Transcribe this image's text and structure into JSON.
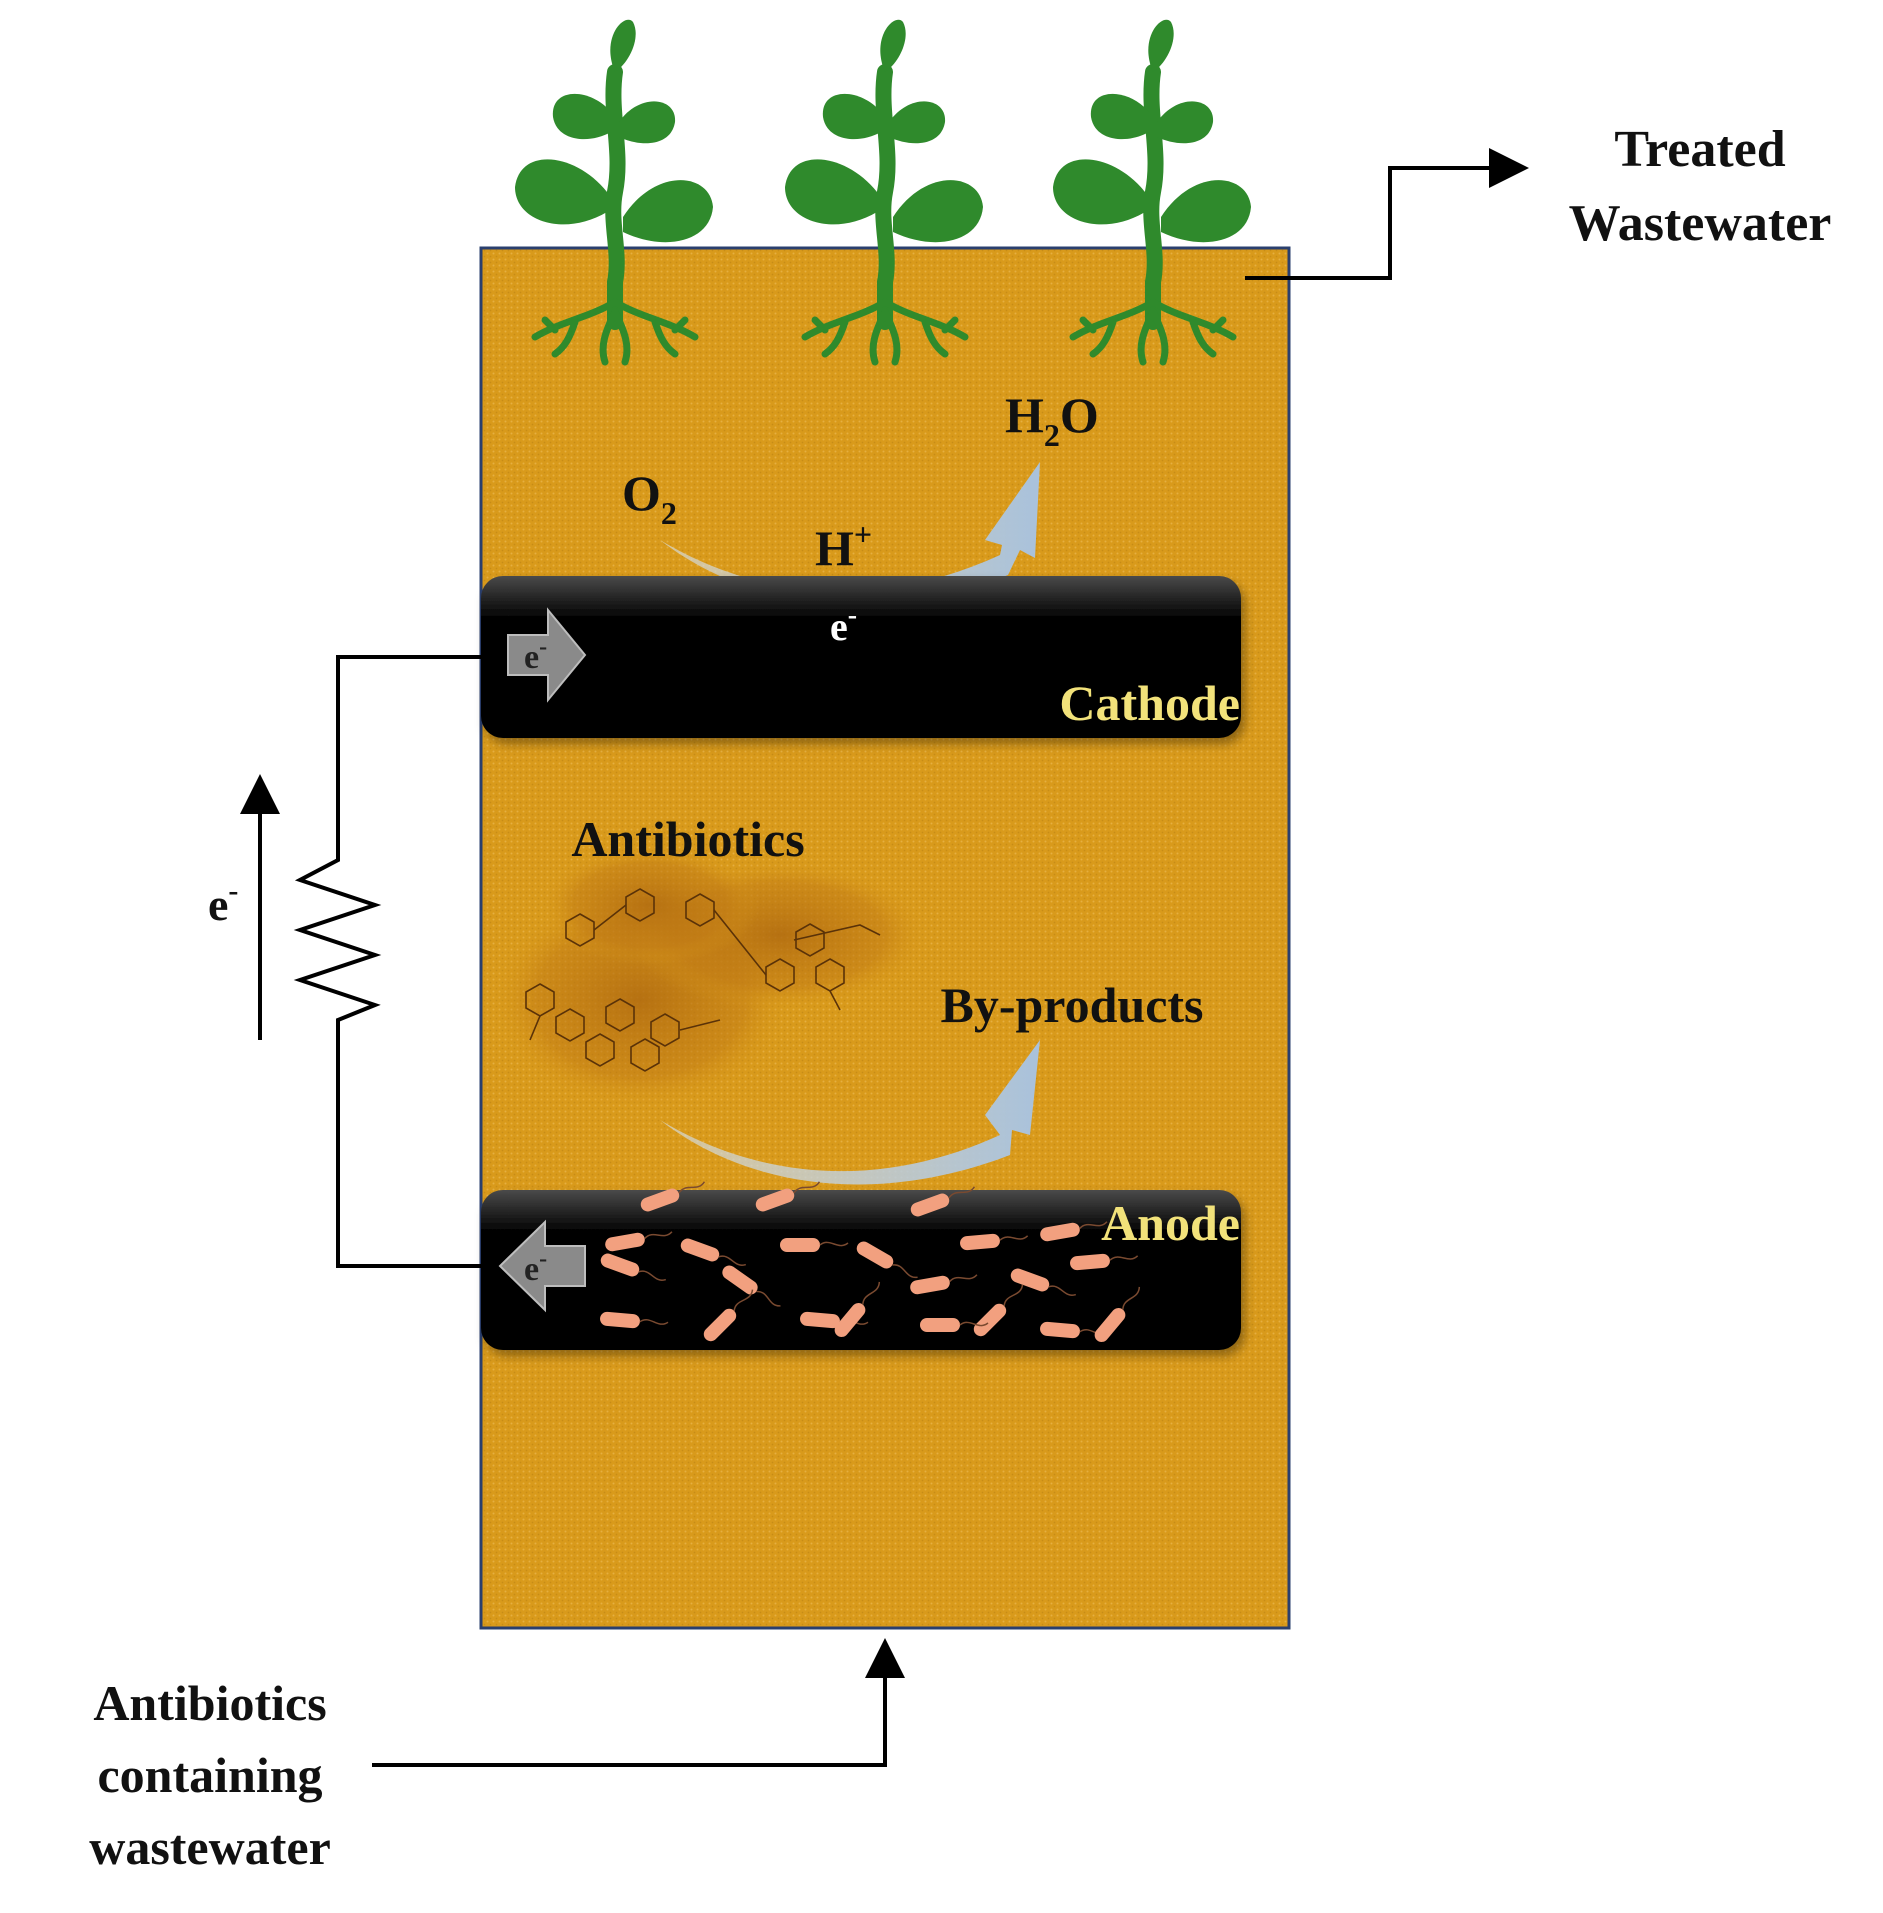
{
  "labels": {
    "treated_line1": "Treated",
    "treated_line2": "Wastewater",
    "h2o_h": "H",
    "h2o_sub": "2",
    "h2o_o": "O",
    "o2_o": "O",
    "o2_sub": "2",
    "h_plus_h": "H",
    "h_plus_sup": "+",
    "electron_e": "e",
    "electron_sup": "-",
    "cathode": "Cathode",
    "anode": "Anode",
    "antibiotics": "Antibiotics",
    "byproducts": "By-products",
    "inlet_line1": "Antibiotics",
    "inlet_line2": "containing",
    "inlet_line3": "wastewater"
  },
  "colors": {
    "soil": "#d99a1b",
    "soil_border": "#2a3f6e",
    "electrode": "#000000",
    "plant": "#2f8a2c",
    "bacteria": "#f2a07f",
    "flow_arrow": "#b4c9de",
    "electrode_label": "#f2e27a"
  },
  "icons": {
    "plants": [
      "plant-icon",
      "plant-icon",
      "plant-icon"
    ],
    "bacteria": "bacteria-icon",
    "molecules": "antibiotic-molecule-icon",
    "resistor": "resistor-icon",
    "electron_arrow": "electron-arrow-icon"
  }
}
